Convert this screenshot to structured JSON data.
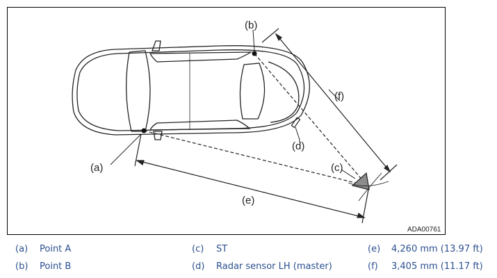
{
  "figure": {
    "code": "ADA00761",
    "callouts": {
      "a": "(a)",
      "b": "(b)",
      "c": "(c)",
      "d": "(d)",
      "e": "(e)",
      "f": "(f)"
    }
  },
  "legend": [
    {
      "key": "(a)",
      "text": "Point A"
    },
    {
      "key": "(b)",
      "text": "Point B"
    },
    {
      "key": "(c)",
      "text": "ST"
    },
    {
      "key": "(d)",
      "text": "Radar sensor LH (master)"
    },
    {
      "key": "(e)",
      "text": "4,260 mm (13.97 ft)"
    },
    {
      "key": "(f)",
      "text": "3,405 mm (11.17 ft)"
    }
  ],
  "colors": {
    "legend_text": "#2a4f8f",
    "line": "#222222",
    "target_fill": "#8c8c8c"
  }
}
